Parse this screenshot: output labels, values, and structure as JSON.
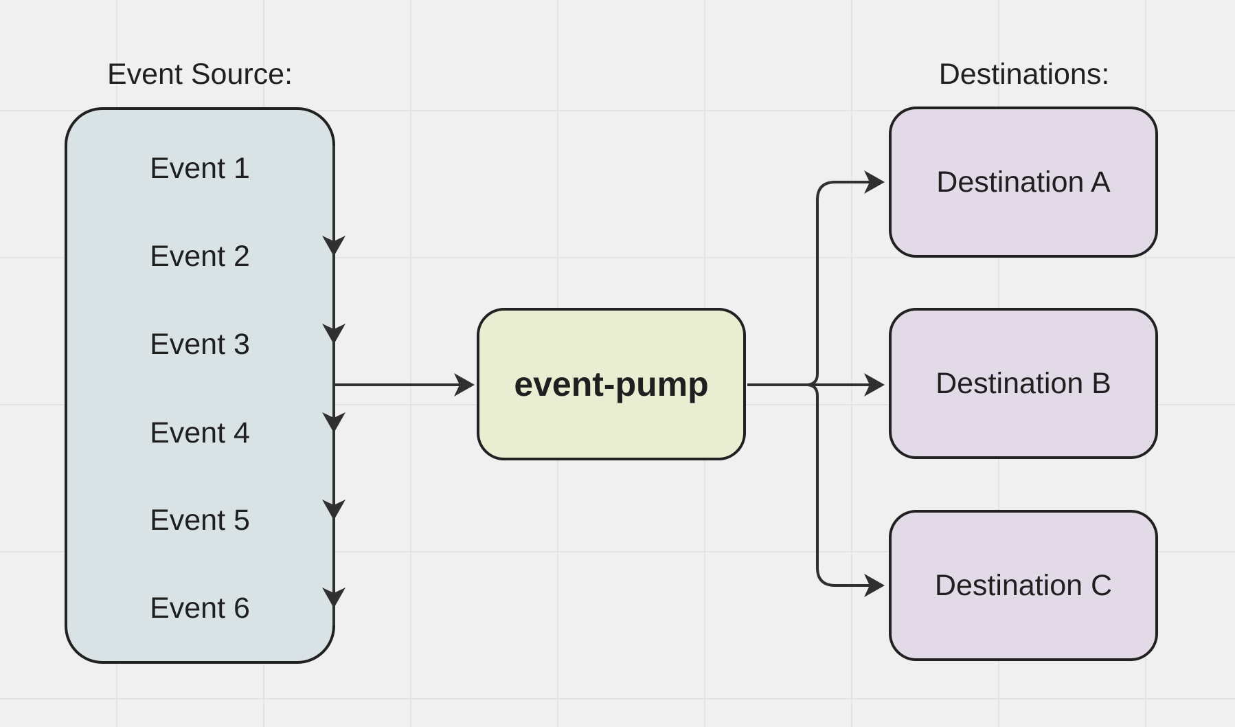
{
  "diagram": {
    "source": {
      "label": "Event Source:",
      "events": [
        "Event 1",
        "Event 2",
        "Event 3",
        "Event 4",
        "Event 5",
        "Event 6"
      ]
    },
    "pump": {
      "label": "event-pump"
    },
    "destinations": {
      "label": "Destinations:",
      "items": [
        "Destination A",
        "Destination B",
        "Destination C"
      ]
    }
  },
  "colors": {
    "canvas-bg": "#f0f0f0",
    "grid-line": "#e5e4e4",
    "source-fill": "#d9e2e5",
    "pump-fill": "#e9edd2",
    "destination-fill": "#e3dae7",
    "node-border": "#212121",
    "connector": "#2f2f2f",
    "text": "#1f1f1f"
  }
}
